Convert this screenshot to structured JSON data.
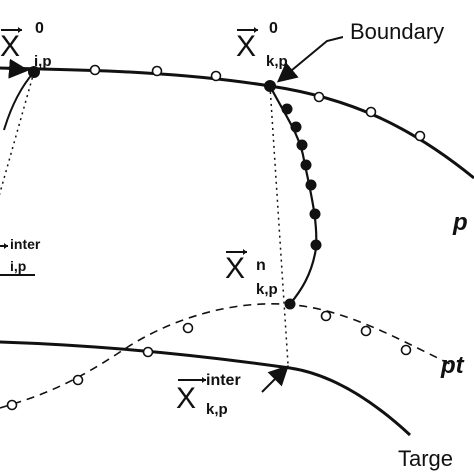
{
  "labels": {
    "boundary": "Boundary",
    "target": "Targe",
    "p_upper": "p",
    "p_lower": "pt",
    "x_i_p_0": {
      "base": "X",
      "sup": "0",
      "sub": "i,p"
    },
    "x_k_p_0": {
      "base": "X",
      "sup": "0",
      "sub": "k,p"
    },
    "x_k_p_n": {
      "base": "X",
      "sup": "n",
      "sub": "k,p"
    },
    "x_k_p_inter": {
      "base": "X",
      "sup": "inter",
      "sub": "k,p"
    },
    "x_i_p_inter_partial": {
      "sup": "inter",
      "sub": "i,p"
    }
  },
  "colors": {
    "ink": "#111111",
    "background": "#ffffff"
  }
}
